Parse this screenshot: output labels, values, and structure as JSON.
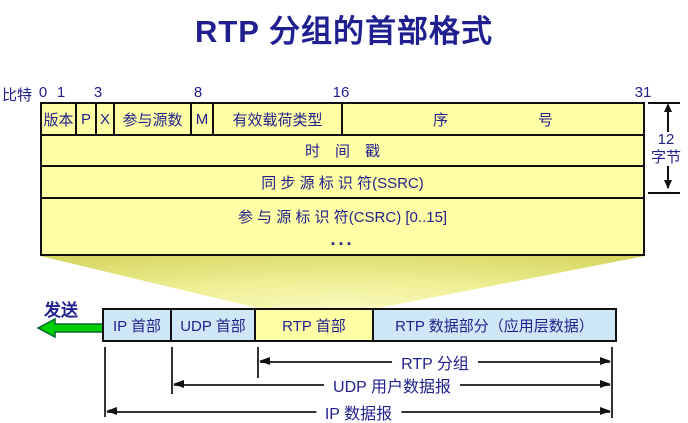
{
  "title": "RTP 分组的首部格式",
  "colors": {
    "text_navy": "#21218e",
    "table_yellow": "#ffffa6",
    "bar_light_blue": "#cfe8f7",
    "send_arrow_green": "#00cf00",
    "line_black": "#111111"
  },
  "bit_ruler": {
    "prefix": "比特",
    "ticks": [
      "0",
      "1",
      "3",
      "8",
      "16",
      "31"
    ]
  },
  "header_table": {
    "row1": [
      "版本",
      "P",
      "X",
      "参与源数",
      "M",
      "有效载荷类型",
      "序　　　　　　号"
    ],
    "row2": "时　间　戳",
    "row3": "同 步 源 标 识 符(SSRC)",
    "row4": "参 与 源 标 识 符(CSRC) [0..15]",
    "row4_more": "..."
  },
  "size_bracket": {
    "value": "12",
    "unit": "字节"
  },
  "send_label": "发送",
  "packet_bar": [
    "IP 首部",
    "UDP 首部",
    "RTP 首部",
    "RTP 数据部分（应用层数据）"
  ],
  "spans": [
    "RTP 分组",
    "UDP 用户数据报",
    "IP 数据报"
  ]
}
